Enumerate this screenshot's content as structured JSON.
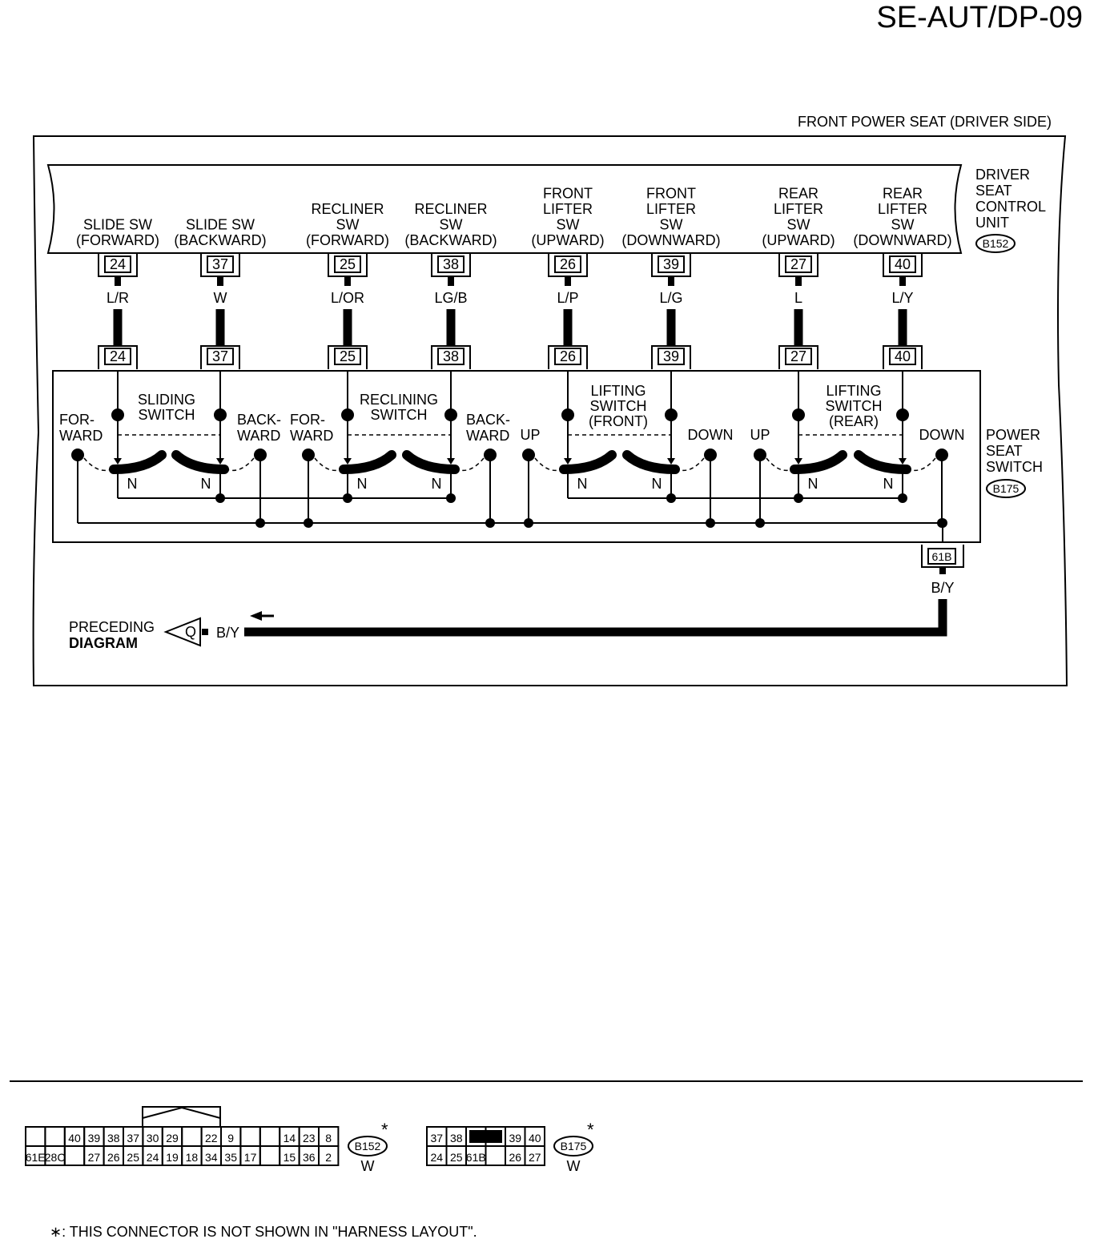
{
  "page_code": "SE-AUT/DP-09",
  "section_title": "FRONT POWER SEAT (DRIVER SIDE)",
  "control_unit": {
    "name": [
      "DRIVER",
      "SEAT",
      "CONTROL",
      "UNIT"
    ],
    "connector": "B152"
  },
  "power_seat_switch": {
    "name": [
      "POWER",
      "SEAT",
      "SWITCH"
    ],
    "connector": "B175"
  },
  "circuits": [
    {
      "label": [
        "SLIDE SW",
        "(FORWARD)"
      ],
      "pin": "24",
      "wire": "L/R"
    },
    {
      "label": [
        "SLIDE SW",
        "(BACKWARD)"
      ],
      "pin": "37",
      "wire": "W"
    },
    {
      "label": [
        "RECLINER",
        "SW",
        "(FORWARD)"
      ],
      "pin": "25",
      "wire": "L/OR"
    },
    {
      "label": [
        "RECLINER",
        "SW",
        "(BACKWARD)"
      ],
      "pin": "38",
      "wire": "LG/B"
    },
    {
      "label": [
        "FRONT",
        "LIFTER",
        "SW",
        "(UPWARD)"
      ],
      "pin": "26",
      "wire": "L/P"
    },
    {
      "label": [
        "FRONT",
        "LIFTER",
        "SW",
        "(DOWNWARD)"
      ],
      "pin": "39",
      "wire": "L/G"
    },
    {
      "label": [
        "REAR",
        "LIFTER",
        "SW",
        "(UPWARD)"
      ],
      "pin": "27",
      "wire": "L"
    },
    {
      "label": [
        "REAR",
        "LIFTER",
        "SW",
        "(DOWNWARD)"
      ],
      "pin": "40",
      "wire": "L/Y"
    }
  ],
  "switch_groups": [
    {
      "name": [
        "SLIDING",
        "SWITCH"
      ],
      "left": [
        "FOR-",
        "WARD"
      ],
      "right": [
        "BACK-",
        "WARD"
      ]
    },
    {
      "name": [
        "RECLINING",
        "SWITCH"
      ],
      "left": [
        "FOR-",
        "WARD"
      ],
      "right": [
        "BACK-",
        "WARD"
      ]
    },
    {
      "name": [
        "LIFTING",
        "SWITCH",
        "(FRONT)"
      ],
      "left": [
        "UP"
      ],
      "right": [
        "DOWN"
      ]
    },
    {
      "name": [
        "LIFTING",
        "SWITCH",
        "(REAR)"
      ],
      "left": [
        "UP"
      ],
      "right": [
        "DOWN"
      ]
    }
  ],
  "neutral_label": "N",
  "ground": {
    "pin": "61B",
    "wire": "B/Y"
  },
  "preceding": {
    "text": [
      "PRECEDING",
      "DIAGRAM"
    ],
    "ref": "Q",
    "wire": "B/Y"
  },
  "connector_views": [
    {
      "id": "B152",
      "color": "W",
      "top": [
        "",
        "",
        "40",
        "39",
        "38",
        "37",
        "30",
        "29",
        "",
        "22",
        "9",
        "",
        "",
        "14",
        "23",
        "8"
      ],
      "bottom": [
        "61E",
        "28C",
        "",
        "27",
        "26",
        "25",
        "24",
        "19",
        "18",
        "34",
        "35",
        "17",
        "",
        "15",
        "36",
        "2"
      ]
    },
    {
      "id": "B175",
      "color": "W",
      "top": [
        "37",
        "38",
        "",
        "",
        "39",
        "40"
      ],
      "bottom": [
        "24",
        "25",
        "61B",
        "",
        "26",
        "27"
      ]
    }
  ],
  "footnote": "∗: THIS CONNECTOR IS NOT SHOWN IN \"HARNESS LAYOUT\"."
}
